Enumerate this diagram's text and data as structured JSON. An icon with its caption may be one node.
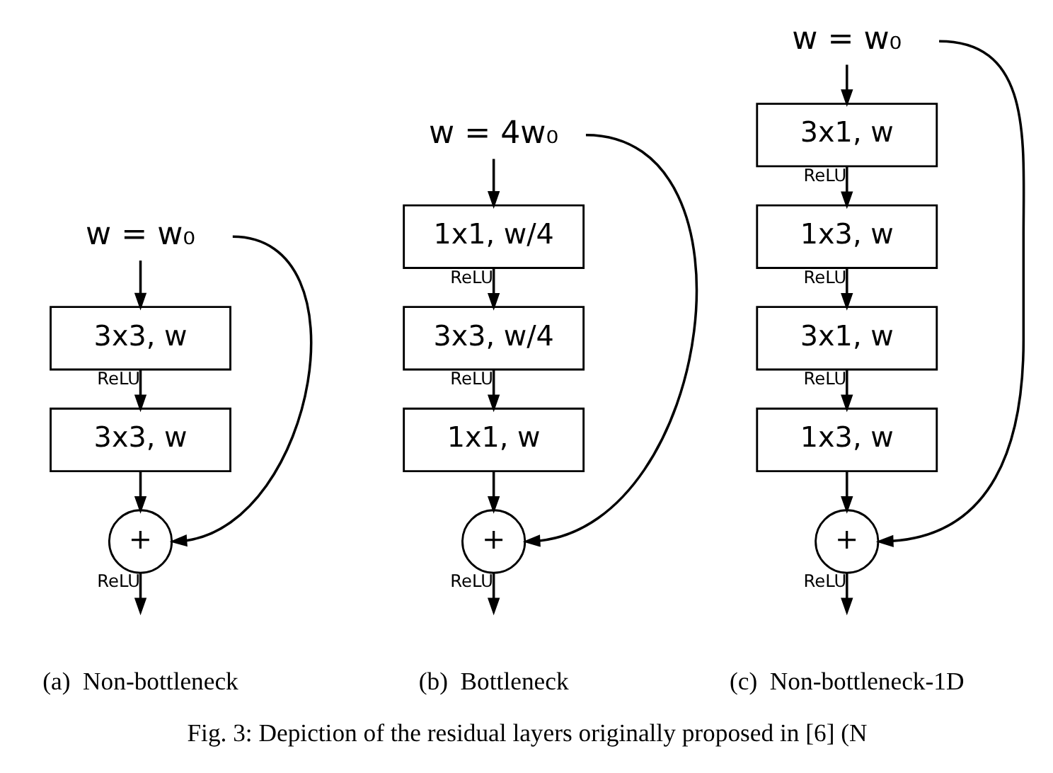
{
  "diagram": {
    "caption": "Fig. 3: Depiction of the residual layers originally proposed in [6] (N",
    "nodes": [
      {
        "text": [
          "w = w₀"
        ]
      },
      {
        "text": [
          "3x3, w"
        ]
      },
      {
        "text": [
          "3x3, w"
        ]
      },
      {
        "text": [
          "+"
        ]
      },
      {
        "text": [
          "w = 4w₀"
        ]
      },
      {
        "text": [
          "1x1, w/4"
        ]
      },
      {
        "text": [
          "3x3, w/4"
        ]
      },
      {
        "text": [
          "1x1, w"
        ]
      },
      {
        "text": [
          "+"
        ]
      },
      {
        "text": [
          "w = w₀"
        ]
      },
      {
        "text": [
          "3x1, w"
        ]
      },
      {
        "text": [
          "1x3, w"
        ]
      },
      {
        "text": [
          "3x1, w"
        ]
      },
      {
        "text": [
          "1x3, w"
        ]
      },
      {
        "text": [
          "+"
        ]
      }
    ],
    "edges": [
      {
        "from": 0,
        "to": 1,
        "arrow": "to"
      },
      {
        "from": 1,
        "to": 2,
        "arrow": "to",
        "label": "ReLU"
      },
      {
        "from": 2,
        "to": 3,
        "arrow": "to"
      },
      {
        "from": 0,
        "to": 3,
        "arrow": "to"
      },
      {
        "from": 3,
        "to": null,
        "arrow": "to",
        "label": "ReLU"
      },
      {
        "from": 4,
        "to": 5,
        "arrow": "to"
      },
      {
        "from": 5,
        "to": 6,
        "arrow": "to",
        "label": "ReLU"
      },
      {
        "from": 6,
        "to": 7,
        "arrow": "to",
        "label": "ReLU"
      },
      {
        "from": 7,
        "to": 8,
        "arrow": "to"
      },
      {
        "from": 4,
        "to": 8,
        "arrow": "to"
      },
      {
        "from": 8,
        "to": null,
        "arrow": "to",
        "label": "ReLU"
      },
      {
        "from": 9,
        "to": 10,
        "arrow": "to"
      },
      {
        "from": 10,
        "to": 11,
        "arrow": "to",
        "label": "ReLU"
      },
      {
        "from": 11,
        "to": 12,
        "arrow": "to",
        "label": "ReLU"
      },
      {
        "from": 12,
        "to": 13,
        "arrow": "to",
        "label": "ReLU"
      },
      {
        "from": 13,
        "to": 14,
        "arrow": "to"
      },
      {
        "from": 9,
        "to": 14,
        "arrow": "to"
      },
      {
        "from": 14,
        "to": null,
        "arrow": "to",
        "label": "ReLU"
      }
    ],
    "labels": [
      "(a)  Non-bottleneck",
      "(b)  Bottleneck",
      "(c)  Non-bottleneck-1D"
    ]
  }
}
